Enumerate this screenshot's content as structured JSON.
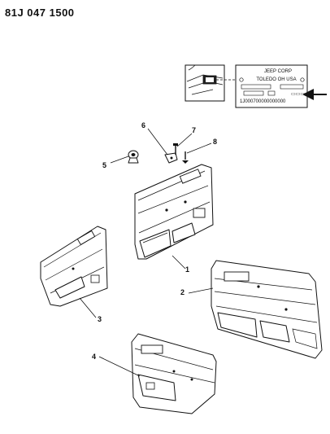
{
  "diagram_ref": "81J 047 1500",
  "vin_plate": {
    "line1": "JEEP CORP",
    "line2": "TOLEDO OH USA",
    "serial": "1J000700000",
    "serial_boxed": "000000"
  },
  "callouts": [
    "1",
    "2",
    "3",
    "4",
    "5",
    "6",
    "7",
    "8"
  ]
}
